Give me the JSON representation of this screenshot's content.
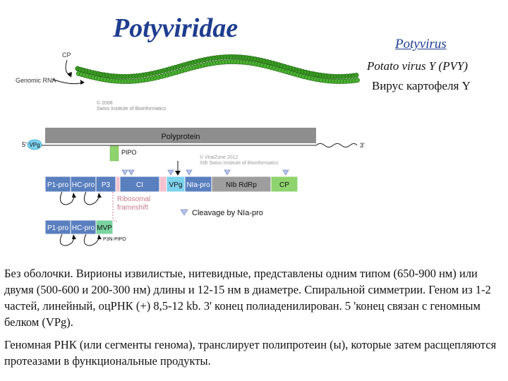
{
  "header": {
    "family": "Potyviridae",
    "genus": "Potyvirus",
    "species_latin": "Potato virus Y (PVY)",
    "species_russian": "Вирус картофеля Y"
  },
  "virion": {
    "label_cp": "CP",
    "label_genomic_rna": "Genomic RNA",
    "copyright_lines": [
      "© 2008",
      "Swiss Institute of Bioinformatics"
    ]
  },
  "genome": {
    "label_5prime": "5'",
    "vpg_label": "VPg",
    "polyprotein_label": "Polyprotein",
    "label_3prime": "3'",
    "pipo_label": "PIPO",
    "copyright_lines": [
      "© ViralZone 2012",
      "SIB Swiss Institute of Bioinformatics"
    ],
    "domains": [
      {
        "label": "P1-pro",
        "color": "#5a7fbf"
      },
      {
        "label": "HC-pro",
        "color": "#5a7fbf"
      },
      {
        "label": "P3",
        "color": "#5a7fbf"
      },
      {
        "label": "",
        "color": "#f6c1cf"
      },
      {
        "label": "CI",
        "color": "#5a7fbf"
      },
      {
        "label": "",
        "color": "#f6c1cf"
      },
      {
        "label": "VPg",
        "color": "#7dd3ee"
      },
      {
        "label": "NIa-pro",
        "color": "#5a7fbf"
      },
      {
        "label": "NIb RdRp",
        "color": "#9e9e9e"
      },
      {
        "label": "CP",
        "color": "#8fd36e"
      }
    ],
    "ribosomal_frameshift_label": [
      "Ribosomal",
      "frameshift"
    ],
    "cleavage_legend": "Cleavage by NIa-pro",
    "frameshift_domains": [
      {
        "label": "P1-pro",
        "color": "#5a7fbf"
      },
      {
        "label": "HC-pro",
        "color": "#5a7fbf"
      },
      {
        "label": "MVP",
        "color": "#7ad3a0"
      }
    ],
    "p3n_pipo_label": "P3N-PIPO"
  },
  "description": {
    "paragraph1": "Без оболочки. Вирионы извилистые, нитевидные, представлены одним типом (650-900 нм) или двумя (500-600 и 200-300 нм) длины и 12-15 нм в диаметре. Спиральной симметрии. Геном из 1-2 частей, линейный, оцРНК (+) 8,5-12 kb. 3' конец  полиаденилирован. 5 'конец связан с геномным белком (VPg).",
    "paragraph2": "Геномная РНК (или сегменты генома), транслирует  полипротеин (ы), которые затем расщепляются  протеазами в функциональные продукты."
  }
}
